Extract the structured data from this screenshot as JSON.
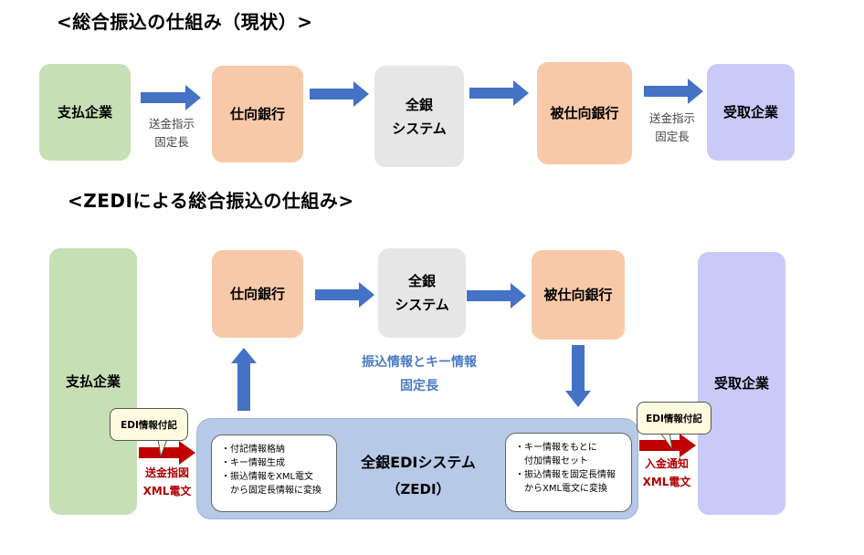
{
  "section1": {
    "title": "<総合振込の仕組み（現状）>",
    "payer": "支払企業",
    "remit_bank": "仕向銀行",
    "zengin_system": "全銀\nシステム",
    "recv_bank": "被仕向銀行",
    "payee": "受取企業",
    "label_left": "送金指示\n固定長",
    "label_right": "送金指示\n固定長"
  },
  "section2": {
    "title": "<ZEDIによる総合振込の仕組み>",
    "payer": "支払企業",
    "remit_bank": "仕向銀行",
    "zengin_system": "全銀\nシステム",
    "recv_bank": "被仕向銀行",
    "payee": "受取企業",
    "center_label": "振込情報とキー情報\n固定長",
    "zedi_title": "全銀EDIシステム",
    "zedi_sub": "（ZEDI）",
    "left_inner": "・付記情報格納\n・キー情報生成\n・振込情報をXML電文\n　から固定長情報に変換",
    "right_inner": "・キー情報をもとに\n　付加情報セット\n・振込情報を固定長情報\n　からXML電文に変換",
    "bubble_left": "EDI情報付記",
    "bubble_right": "EDI情報付記",
    "red_left": "送金指図\nXML電文",
    "red_right": "入金通知\nXML電文"
  },
  "colors": {
    "arrow_blue": "#4472c4",
    "arrow_red": "#c00000",
    "payer_green": "#c6dfb4",
    "bank_orange": "#f8c9a8",
    "system_grey": "#e6e6e6",
    "payee_purple": "#cacaf9",
    "zedi_blue": "#b6c9e6"
  }
}
